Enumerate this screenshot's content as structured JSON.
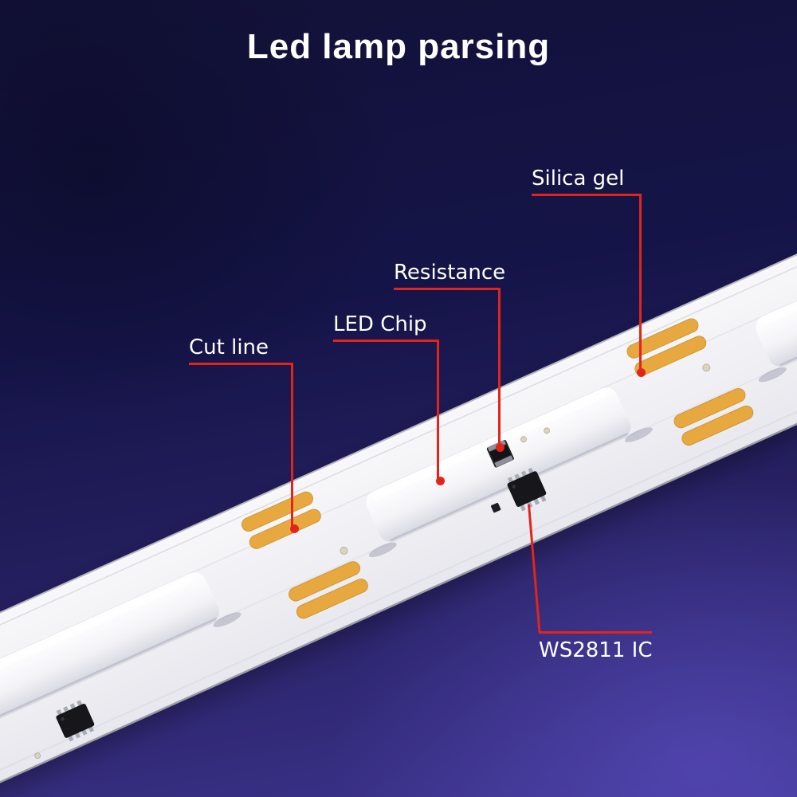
{
  "title": "Led lamp parsing",
  "colors": {
    "accent_red": "#e1251b",
    "pad_orange": "#e7a93f",
    "strip_white": "#f2f2f5",
    "background_top": "#121137",
    "background_bottom": "#4c41a0"
  },
  "callouts": {
    "cut_line": {
      "label": "Cut line"
    },
    "led_chip": {
      "label": "LED Chip"
    },
    "resistance": {
      "label": "Resistance"
    },
    "silica_gel": {
      "label": "Silica gel"
    },
    "ws2811_ic": {
      "label": "WS2811 IC"
    }
  }
}
